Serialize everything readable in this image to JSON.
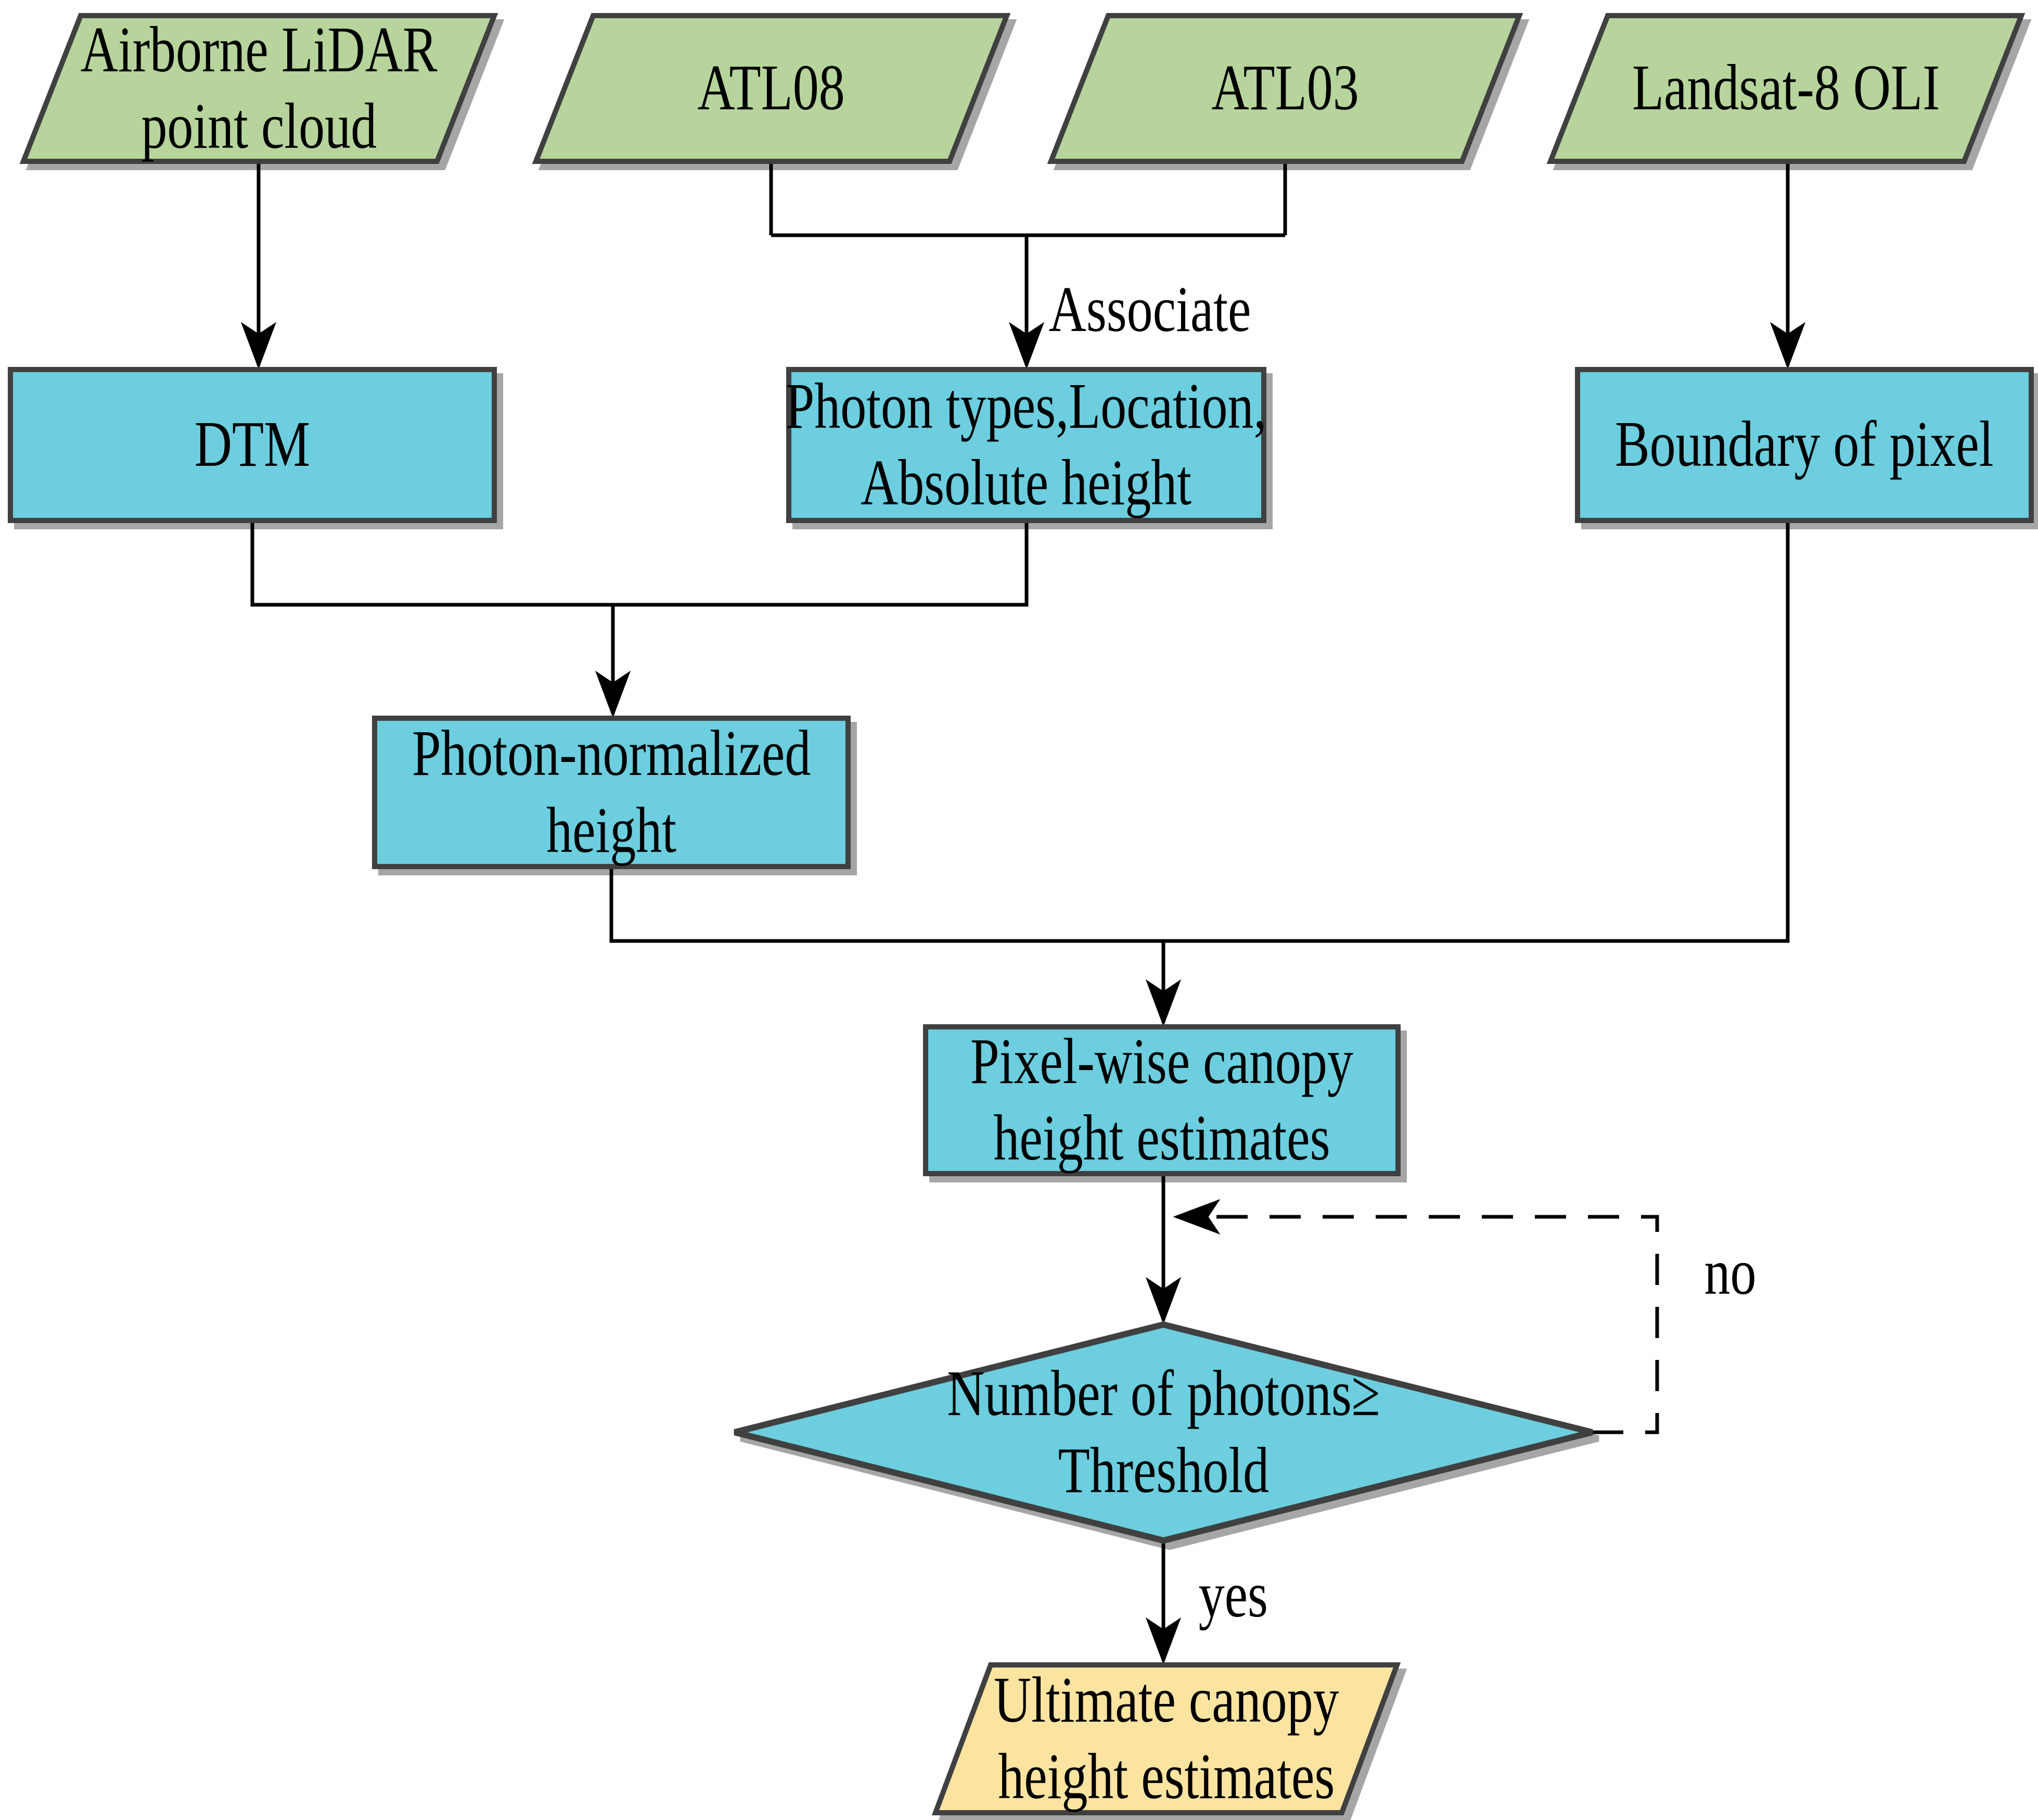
{
  "colors": {
    "input_fill": "#B6D49C",
    "process_fill": "#6CCEDE",
    "output_fill": "#FBE3A0",
    "border": "#3F3F3F",
    "line": "#000000"
  },
  "nodes": {
    "airborne": {
      "line1": "Airborne LiDAR",
      "line2": "point cloud"
    },
    "atl08": {
      "label": "ATL08"
    },
    "atl03": {
      "label": "ATL03"
    },
    "landsat": {
      "label": "Landsat-8 OLI"
    },
    "dtm": {
      "label": "DTM"
    },
    "photon_attrs": {
      "line1": "Photon types,Location,",
      "line2": "Absolute height"
    },
    "boundary": {
      "label": "Boundary of pixel"
    },
    "normalized": {
      "line1": "Photon-normalized",
      "line2": "height"
    },
    "pixelwise": {
      "line1": "Pixel-wise canopy",
      "line2": "height estimates"
    },
    "decision": {
      "line1": "Number of photons≥",
      "line2": "Threshold"
    },
    "output": {
      "line1": "Ultimate canopy",
      "line2": "height estimates"
    }
  },
  "edge_labels": {
    "associate": "Associate",
    "yes": "yes",
    "no": "no"
  }
}
